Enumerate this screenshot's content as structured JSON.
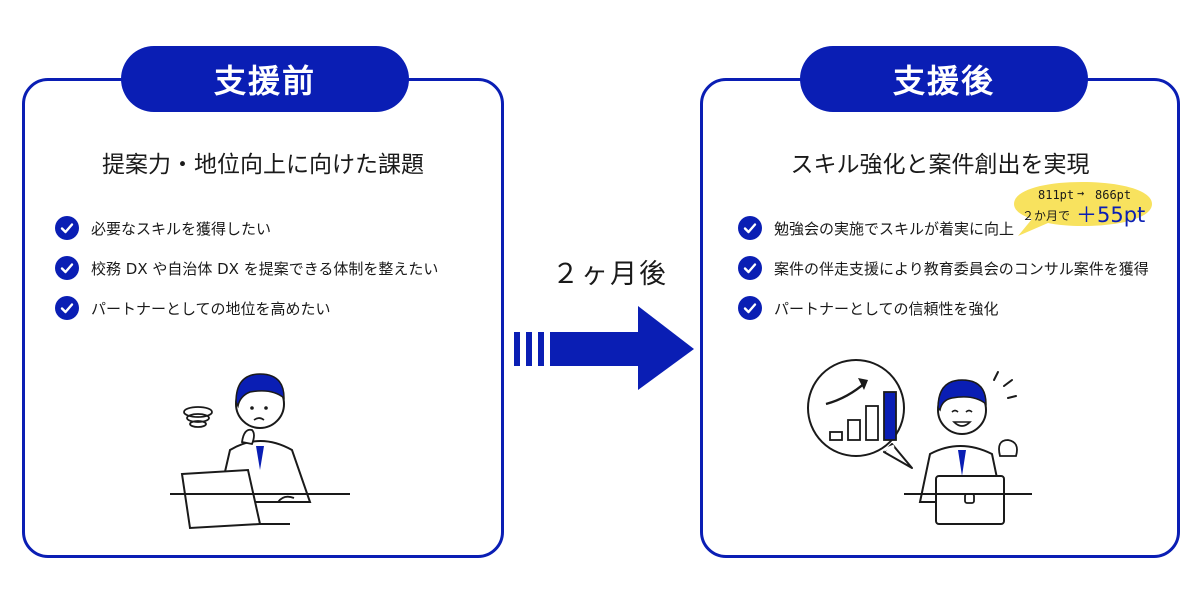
{
  "before": {
    "title": "支援前",
    "headline": "提案力・地位向上に向けた課題",
    "items": [
      {
        "label": "必要なスキルを獲得したい"
      },
      {
        "label": "校務 DX や自治体 DX を提案できる体制を整えたい"
      },
      {
        "label": "パートナーとしての地位を高めたい"
      }
    ]
  },
  "transition": {
    "label": "２ヶ月後"
  },
  "after": {
    "title": "支援後",
    "headline": "スキル強化と案件創出を実現",
    "items": [
      {
        "label": "勉強会の実施でスキルが着実に向上"
      },
      {
        "label": "案件の伴走支援により教育委員会のコンサル案件を獲得"
      },
      {
        "label": "パートナーとしての信頼性を強化"
      }
    ],
    "callout": {
      "from": "811pt",
      "arrow": "→",
      "to": "866pt",
      "period": "２か月で",
      "delta": "＋55pt"
    }
  },
  "colors": {
    "brand": "#0a1eb4",
    "callout_fill": "#f8e25e",
    "ink": "#1a1a1a"
  },
  "icons": [
    "check-circle-icon",
    "right-arrow-icon",
    "growth-chart-icon",
    "worried-person-illustration",
    "happy-person-illustration",
    "laptop-icon"
  ]
}
